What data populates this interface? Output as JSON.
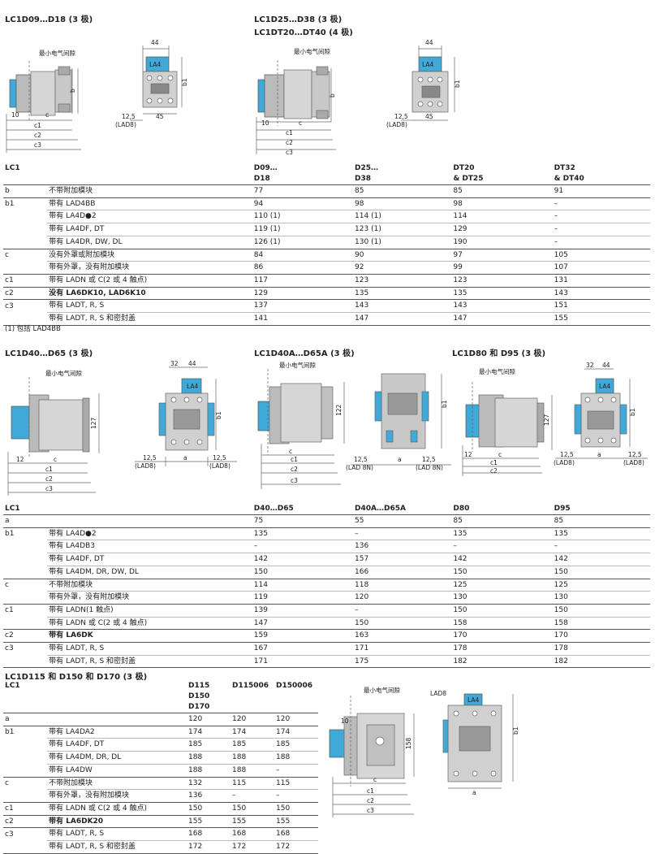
{
  "sec1": {
    "title_a": "LC1D09…D18 (3 极)",
    "title_b1": "LC1D25…D38 (3 极)",
    "title_b2": "LC1DT20…DT40 (4 极)",
    "clearance": "最小电气间隙",
    "dims": {
      "d44": "44",
      "la4": "LA4",
      "b1": "b1",
      "b": "b",
      "d10": "10",
      "c": "c",
      "c1": "c1",
      "c2": "c2",
      "c3": "c3",
      "d125": "12,5",
      "lad8": "(LAD8)",
      "d45": "45"
    },
    "table": {
      "head": [
        "LC1",
        "",
        "D09…",
        "D25…",
        "DT20",
        "DT32"
      ],
      "head2": [
        "",
        "",
        "D18",
        "D38",
        "& DT25",
        "& DT40"
      ],
      "rows": [
        {
          "g": "b",
          "l": "不带附加模块",
          "v": [
            "77",
            "85",
            "85",
            "91"
          ],
          "bold": false,
          "grp": true
        },
        {
          "g": "b1",
          "l": "带有 LAD4BB",
          "v": [
            "94",
            "98",
            "98",
            "–"
          ],
          "bold": false,
          "grp": true
        },
        {
          "g": "",
          "l": "带有 LA4D●2",
          "v": [
            "110 (1)",
            "114 (1)",
            "114",
            "–"
          ],
          "bold": false,
          "grp": false
        },
        {
          "g": "",
          "l": "带有 LA4DF, DT",
          "v": [
            "119 (1)",
            "123 (1)",
            "129",
            "–"
          ],
          "bold": false,
          "grp": false
        },
        {
          "g": "",
          "l": "带有 LA4DR, DW, DL",
          "v": [
            "126 (1)",
            "130 (1)",
            "190",
            "–"
          ],
          "bold": false,
          "grp": false
        },
        {
          "g": "c",
          "l": "没有外罩或附加模块",
          "v": [
            "84",
            "90",
            "97",
            "105"
          ],
          "bold": false,
          "grp": true
        },
        {
          "g": "",
          "l": "带有外罩，没有附加模块",
          "v": [
            "86",
            "92",
            "99",
            "107"
          ],
          "bold": false,
          "grp": false
        },
        {
          "g": "c1",
          "l": "带有 LADN 或 C(2 或 4 触点)",
          "v": [
            "117",
            "123",
            "123",
            "131"
          ],
          "bold": false,
          "grp": true
        },
        {
          "g": "c2",
          "l": "没有 LA6DK10, LAD6K10",
          "v": [
            "129",
            "135",
            "135",
            "143"
          ],
          "bold": true,
          "grp": true
        },
        {
          "g": "c3",
          "l": "带有 LADT, R, S",
          "v": [
            "137",
            "143",
            "143",
            "151"
          ],
          "bold": false,
          "grp": true
        },
        {
          "g": "",
          "l": "带有 LADT, R, S 和密封盖",
          "v": [
            "141",
            "147",
            "147",
            "155"
          ],
          "bold": false,
          "grp": false
        }
      ],
      "note": "(1) 包括 LAD4BB"
    }
  },
  "sec2": {
    "title_a": "LC1D40…D65 (3 极)",
    "title_b": "LC1D40A…D65A (3 极)",
    "title_c": "LC1D80 和 D95 (3 极)",
    "clearance": "最小电气间隙",
    "dims": {
      "d32": "32",
      "d44": "44",
      "la4": "LA4",
      "b1": "b1",
      "d127": "127",
      "d122": "122",
      "d12": "12",
      "c": "c",
      "c1": "c1",
      "c2": "c2",
      "c3": "c3",
      "d125": "12,5",
      "lad8": "(LAD8)",
      "lad8n": "(LAD 8N)",
      "a": "a"
    },
    "table": {
      "head": [
        "LC1",
        "",
        "D40…D65",
        "D40A…D65A",
        "D80",
        "D95"
      ],
      "rows": [
        {
          "g": "a",
          "l": "",
          "v": [
            "75",
            "55",
            "85",
            "85"
          ],
          "bold": false,
          "grp": true
        },
        {
          "g": "b1",
          "l": "带有 LA4D●2",
          "v": [
            "135",
            "–",
            "135",
            "135"
          ],
          "bold": false,
          "grp": true
        },
        {
          "g": "",
          "l": "带有 LA4DB3",
          "v": [
            "–",
            "136",
            "–",
            "–"
          ],
          "bold": false,
          "grp": false
        },
        {
          "g": "",
          "l": "带有 LA4DF, DT",
          "v": [
            "142",
            "157",
            "142",
            "142"
          ],
          "bold": false,
          "grp": false
        },
        {
          "g": "",
          "l": "带有 LA4DM, DR, DW, DL",
          "v": [
            "150",
            "166",
            "150",
            "150"
          ],
          "bold": false,
          "grp": false
        },
        {
          "g": "c",
          "l": "不带附加模块",
          "v": [
            "114",
            "118",
            "125",
            "125"
          ],
          "bold": false,
          "grp": true
        },
        {
          "g": "",
          "l": "带有外罩，没有附加模块",
          "v": [
            "119",
            "120",
            "130",
            "130"
          ],
          "bold": false,
          "grp": false
        },
        {
          "g": "c1",
          "l": "带有 LADN(1 触点)",
          "v": [
            "139",
            "–",
            "150",
            "150"
          ],
          "bold": false,
          "grp": true
        },
        {
          "g": "",
          "l": "带有 LADN 或 C(2 或 4 触点)",
          "v": [
            "147",
            "150",
            "158",
            "158"
          ],
          "bold": false,
          "grp": false
        },
        {
          "g": "c2",
          "l": "带有 LA6DK",
          "v": [
            "159",
            "163",
            "170",
            "170"
          ],
          "bold": true,
          "grp": true
        },
        {
          "g": "c3",
          "l": "带有 LADT, R, S",
          "v": [
            "167",
            "171",
            "178",
            "178"
          ],
          "bold": false,
          "grp": true
        },
        {
          "g": "",
          "l": "带有 LADT, R, S 和密封盖",
          "v": [
            "171",
            "175",
            "182",
            "182"
          ],
          "bold": false,
          "grp": false
        }
      ]
    }
  },
  "sec3": {
    "title": "LC1D115 和 D150 和 D170 (3 极)",
    "clearance": "最小电气间隙",
    "dims": {
      "lad8": "LAD8",
      "la4": "LA4",
      "b1": "b1",
      "d158": "158",
      "d10": "10",
      "c": "c",
      "c1": "c1",
      "c2": "c2",
      "c3": "c3",
      "a": "a"
    },
    "table": {
      "head": [
        "LC1",
        "",
        "D115",
        "D115006",
        "D150006"
      ],
      "head2": [
        "",
        "",
        "D150",
        "",
        ""
      ],
      "head3": [
        "",
        "",
        "D170",
        "",
        ""
      ],
      "rows": [
        {
          "g": "a",
          "l": "",
          "v": [
            "120",
            "120",
            "120"
          ],
          "bold": false,
          "grp": true
        },
        {
          "g": "b1",
          "l": "带有 LA4DA2",
          "v": [
            "174",
            "174",
            "174"
          ],
          "bold": false,
          "grp": true
        },
        {
          "g": "",
          "l": "带有 LA4DF, DT",
          "v": [
            "185",
            "185",
            "185"
          ],
          "bold": false,
          "grp": false
        },
        {
          "g": "",
          "l": "带有 LA4DM, DR, DL",
          "v": [
            "188",
            "188",
            "188"
          ],
          "bold": false,
          "grp": false
        },
        {
          "g": "",
          "l": "带有 LA4DW",
          "v": [
            "188",
            "188",
            "–"
          ],
          "bold": false,
          "grp": false
        },
        {
          "g": "c",
          "l": "不带附加模块",
          "v": [
            "132",
            "115",
            "115"
          ],
          "bold": false,
          "grp": true
        },
        {
          "g": "",
          "l": "带有外罩，没有附加模块",
          "v": [
            "136",
            "–",
            "–"
          ],
          "bold": false,
          "grp": false
        },
        {
          "g": "c1",
          "l": "带有 LADN 或 C(2 或 4 触点)",
          "v": [
            "150",
            "150",
            "150"
          ],
          "bold": false,
          "grp": true
        },
        {
          "g": "c2",
          "l": "带有 LA6DK20",
          "v": [
            "155",
            "155",
            "155"
          ],
          "bold": true,
          "grp": true
        },
        {
          "g": "c3",
          "l": "带有 LADT, R, S",
          "v": [
            "168",
            "168",
            "168"
          ],
          "bold": false,
          "grp": true
        },
        {
          "g": "",
          "l": "带有 LADT, R, S 和密封盖",
          "v": [
            "172",
            "172",
            "172"
          ],
          "bold": false,
          "grp": false
        }
      ]
    }
  }
}
